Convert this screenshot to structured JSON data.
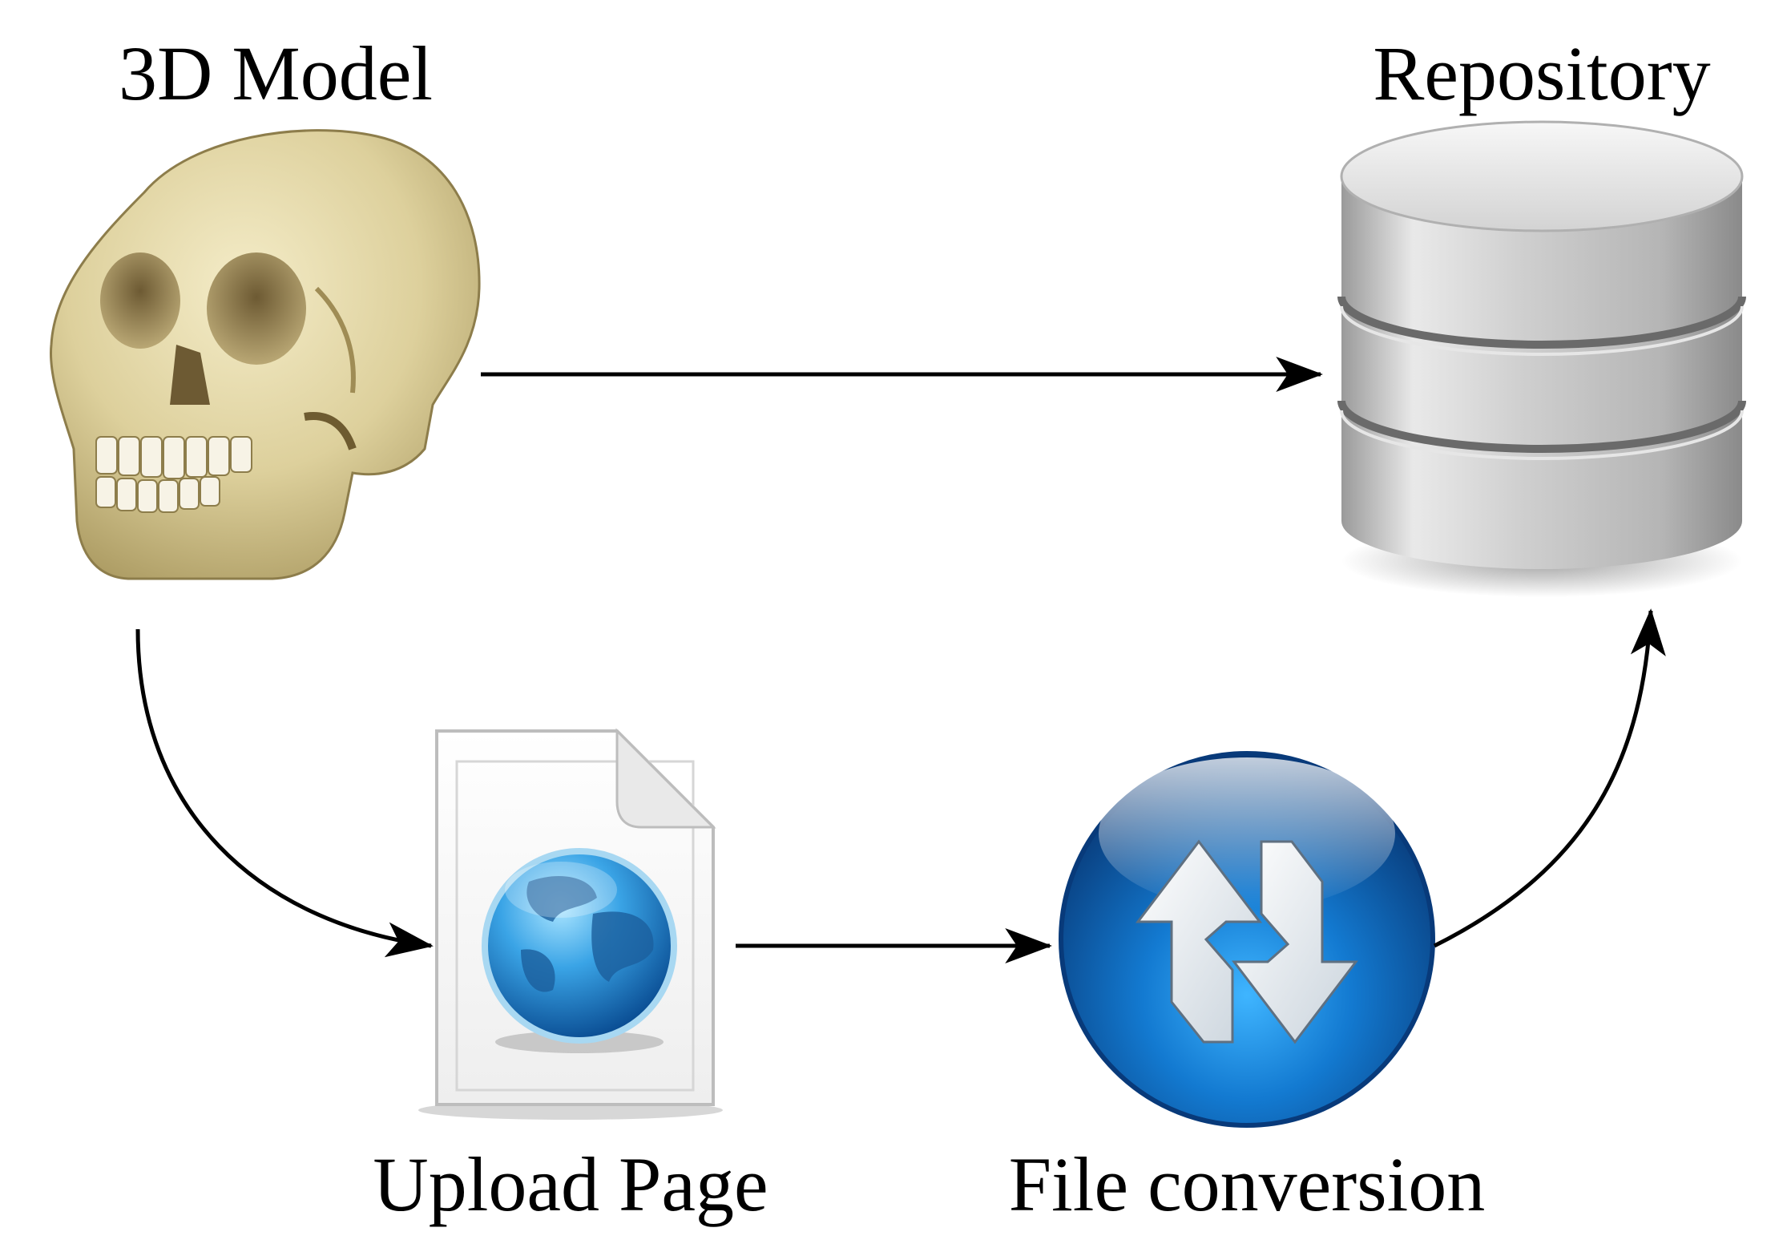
{
  "nodes": {
    "model": {
      "label": "3D Model",
      "icon": "skull-icon"
    },
    "repository": {
      "label": "Repository",
      "icon": "database-icon"
    },
    "upload": {
      "label": "Upload Page",
      "icon": "web-document-icon"
    },
    "conversion": {
      "label": "File conversion",
      "icon": "conversion-arrows-icon"
    }
  },
  "edges": [
    {
      "from": "3D Model",
      "to": "Repository"
    },
    {
      "from": "3D Model",
      "to": "Upload Page"
    },
    {
      "from": "Upload Page",
      "to": "File conversion"
    },
    {
      "from": "File conversion",
      "to": "Repository"
    }
  ],
  "colors": {
    "line": "#000000",
    "bone": "#d9cc95",
    "database": "#c8c8c8",
    "globe": "#2f8fd6",
    "conversion_orb": "#0f5aa8"
  }
}
